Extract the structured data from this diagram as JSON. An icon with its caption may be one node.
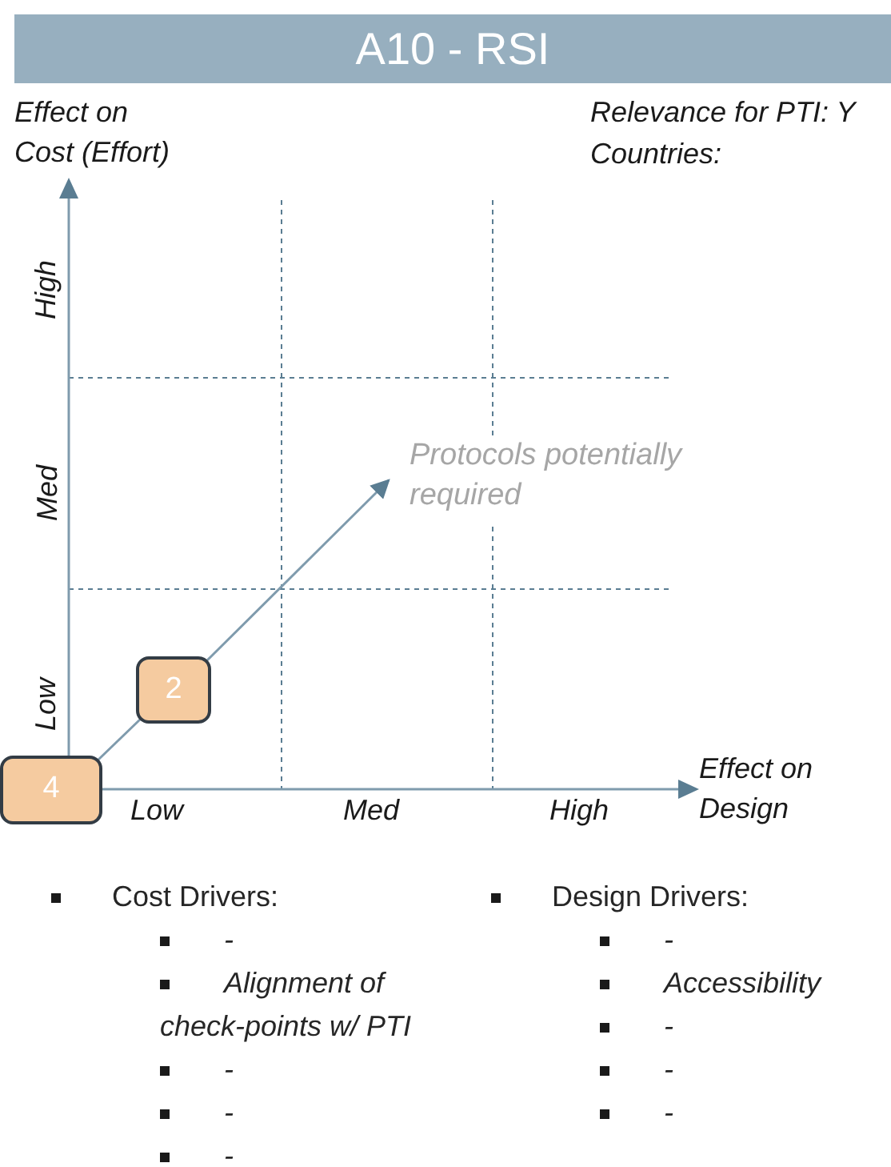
{
  "diagram": {
    "title": "A10 - RSI",
    "nodes": [
      {
        "text": [
          "4"
        ]
      },
      {
        "text": [
          "2"
        ]
      },
      {
        "text": [
          "Protocols potentially required"
        ]
      }
    ],
    "edges": [
      {
        "from": 0,
        "to": 1,
        "arrow": "none"
      },
      {
        "from": 1,
        "to": 2,
        "arrow": "to"
      }
    ],
    "labels": [
      "Effect on Cost (Effort)",
      "Relevance for PTI: Y",
      "Countries:",
      "High",
      "Med",
      "Low",
      "Low",
      "Med",
      "High",
      "Effect on Design",
      "Cost Drivers:",
      "-",
      "Alignment of check-points w/ PTI",
      "-",
      "-",
      "-",
      "Design Drivers:",
      "-",
      "Accessibility",
      "-",
      "-",
      "-"
    ]
  }
}
